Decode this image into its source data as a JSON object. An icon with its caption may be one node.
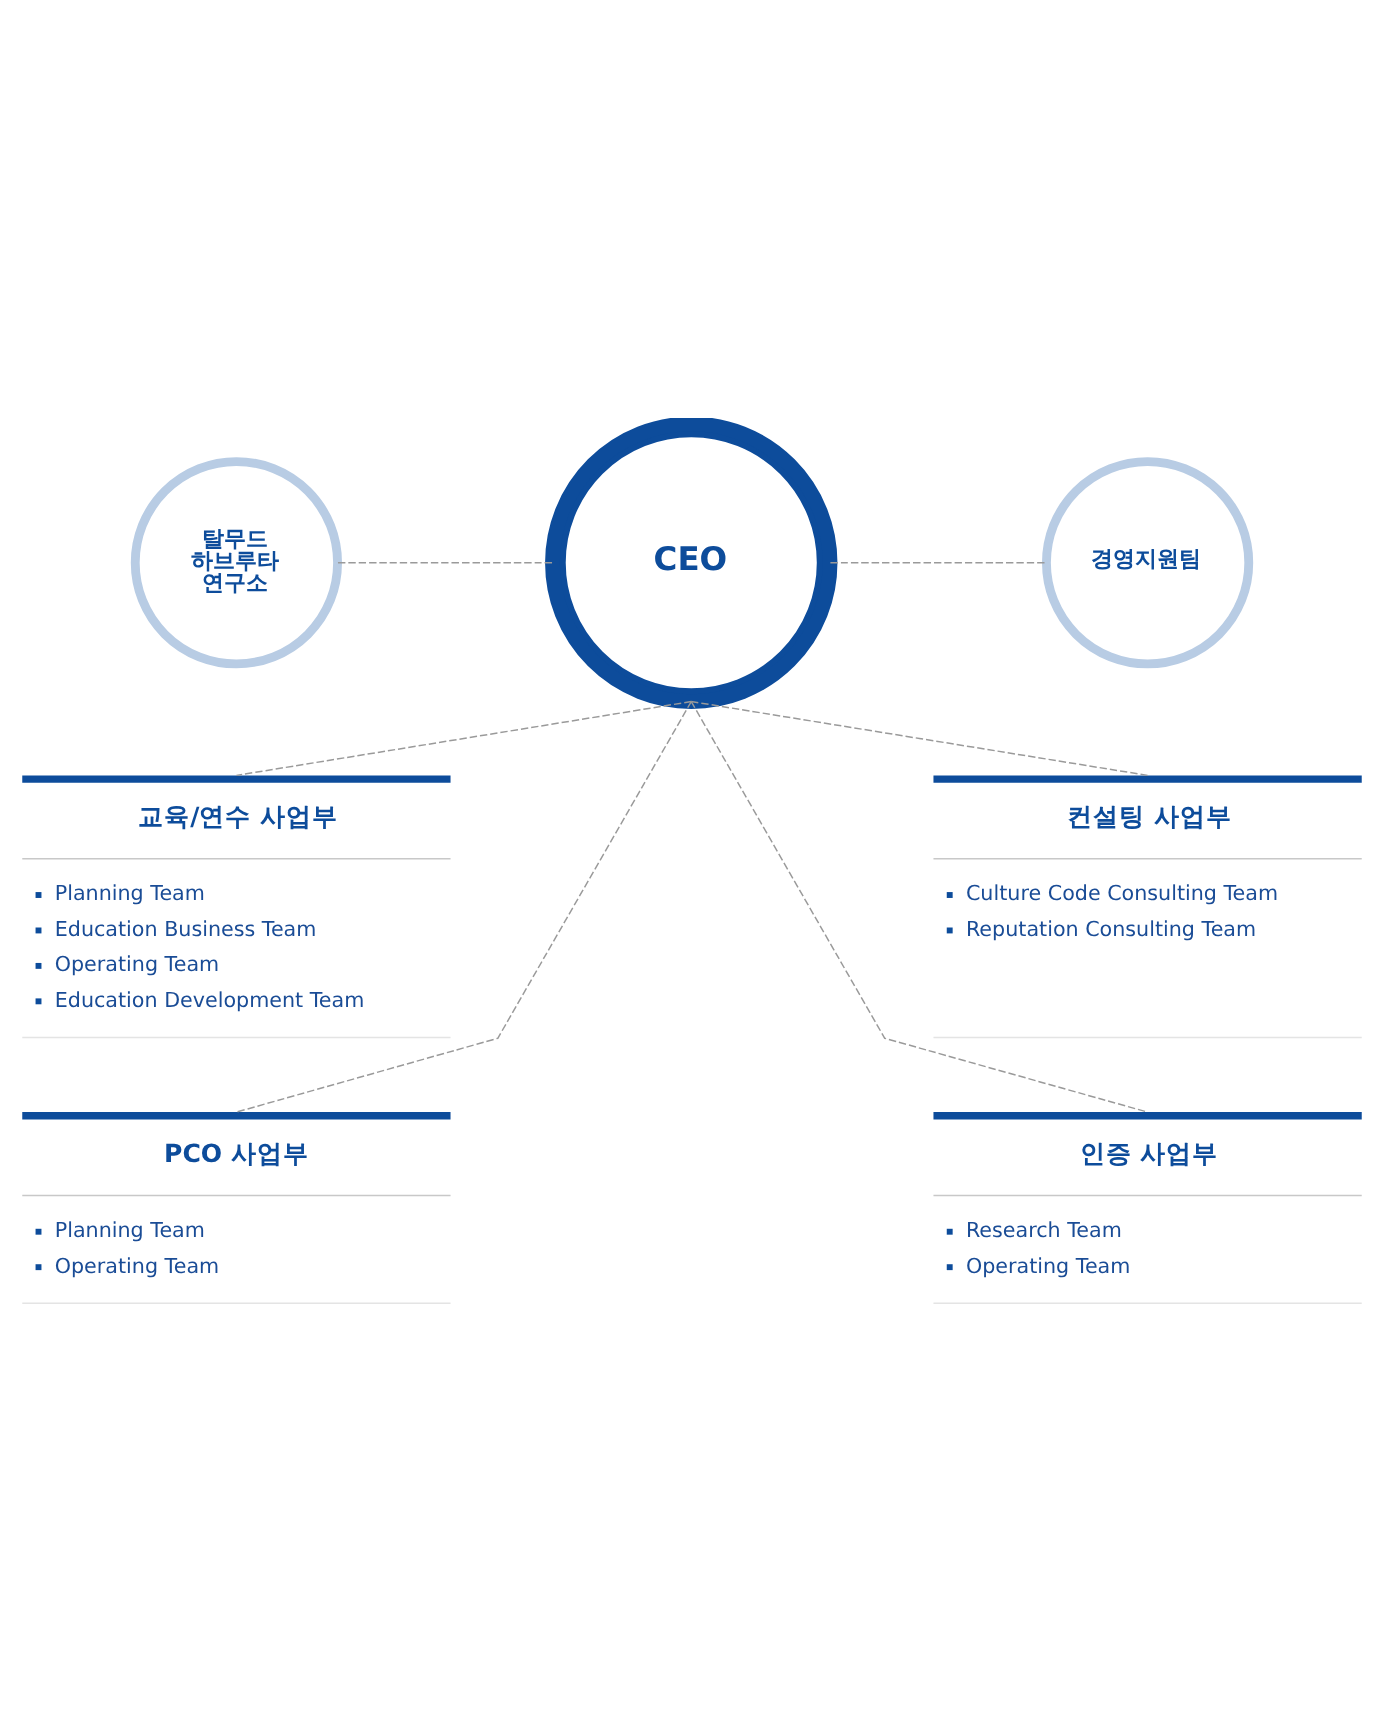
{
  "diagram": {
    "nodes": [
      {
        "text": [
          "탈무드 하브루타 연구소"
        ]
      },
      {
        "text": [
          "CEO"
        ]
      },
      {
        "text": [
          "경영지원팀"
        ]
      },
      {
        "text": [
          "교육/연수 사업부",
          "Planning Team",
          "Education Business Team",
          "Operating Team",
          "Education Development Team"
        ]
      },
      {
        "text": [
          "컨설팅 사업부",
          "Culture Code Consulting Team",
          "Reputation Consulting Team"
        ]
      },
      {
        "text": [
          "PCO 사업부",
          "Planning Team",
          "Operating Team"
        ]
      },
      {
        "text": [
          "인증 사업부",
          "Research Team",
          "Operating Team"
        ]
      }
    ],
    "edges": [
      {
        "from": 0,
        "to": 1,
        "arrow": "none",
        "style": "dashed"
      },
      {
        "from": 1,
        "to": 2,
        "arrow": "none",
        "style": "dashed"
      },
      {
        "from": 1,
        "to": 3,
        "arrow": "none",
        "style": "dashed"
      },
      {
        "from": 1,
        "to": 4,
        "arrow": "none",
        "style": "dashed"
      },
      {
        "from": 1,
        "to": 5,
        "arrow": "none",
        "style": "dashed"
      },
      {
        "from": 1,
        "to": 6,
        "arrow": "none",
        "style": "dashed"
      }
    ]
  }
}
